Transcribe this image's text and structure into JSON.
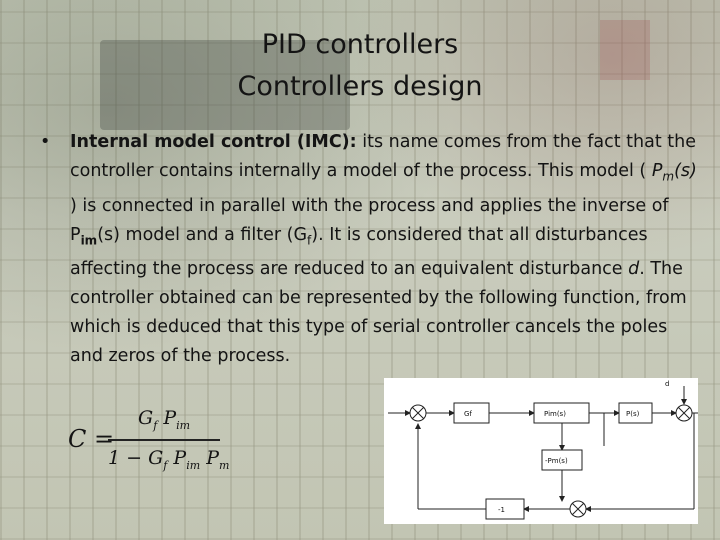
{
  "title": [
    "PID controllers",
    "Controllers design"
  ],
  "bullet": {
    "marker": "•",
    "term": "Internal model control (IMC):",
    "t1": " its name comes from the fact that the controller contains internally a model of the process. This model ( ",
    "pm_base": "P",
    "pm_sub": "m",
    "pm_arg": "(s)",
    "t2": " ) is connected in parallel with the process and applies the inverse of P",
    "pim_sub": "im",
    "t3": "(s) model and a filter (G",
    "gf_sub": "f",
    "t4": "). It is considered that all disturbances affecting the process are reduced to an equivalent disturbance ",
    "d_italic": "d",
    "t5": ". The controller obtained can be represented by the following function, from which is deduced that this type of serial controller cancels the poles and zeros of the process."
  },
  "formula": {
    "lhs": "C =",
    "num_g": "G",
    "num_g_sub": "f",
    "num_p": "P",
    "num_p_sub": "im",
    "den_one": "1 − G",
    "den_g_sub": "f",
    "den_p1": "P",
    "den_p1_sub": "im",
    "den_p2": "P",
    "den_p2_sub": "m"
  },
  "diagram": {
    "d_label": "d",
    "gf_label": "Gf",
    "pim_label": "Pim(s)",
    "ps_label": "P(s)",
    "neg_pm_label": "-Pm(s)",
    "neg_one_label": "-1"
  }
}
